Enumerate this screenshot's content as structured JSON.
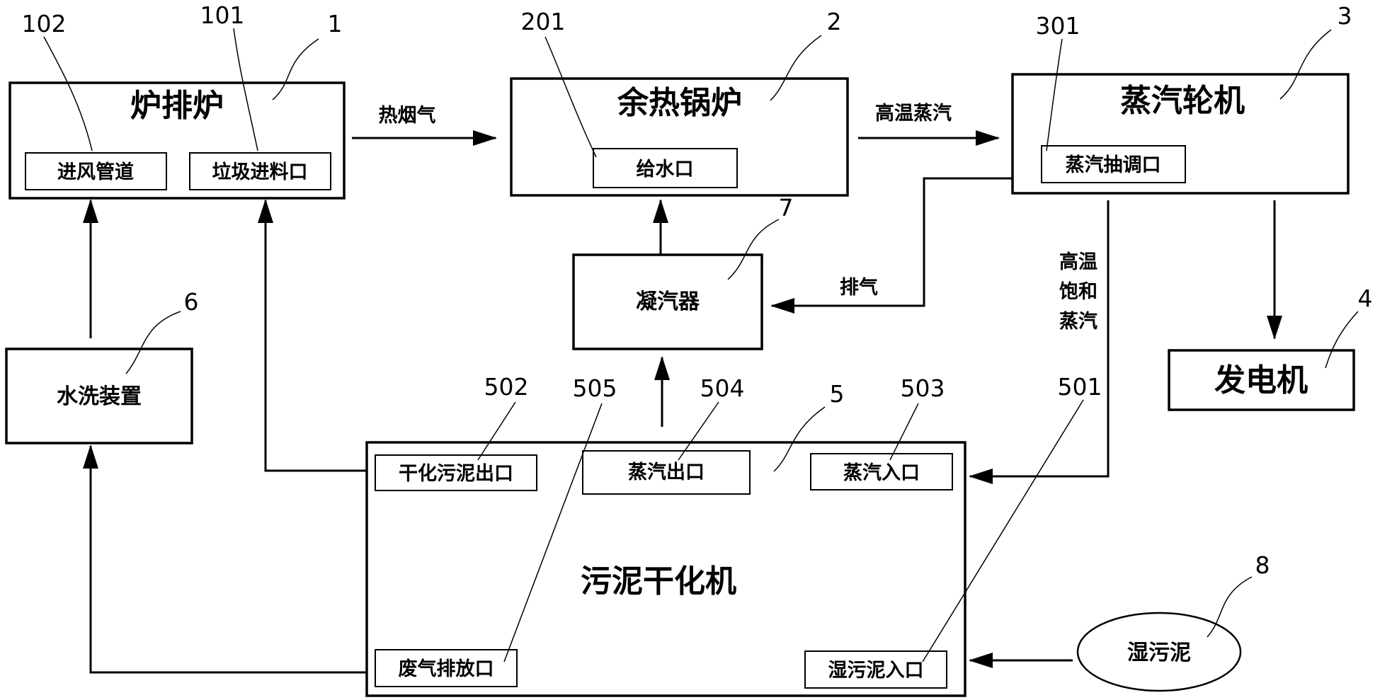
{
  "components": {
    "furnace": {
      "title": "炉排炉",
      "ref": "1",
      "air_inlet": {
        "label": "进风管道",
        "ref": "102"
      },
      "waste_inlet": {
        "label": "垃圾进料口",
        "ref": "101"
      }
    },
    "boiler": {
      "title": "余热锅炉",
      "ref": "2",
      "water_inlet": {
        "label": "给水口",
        "ref": "201"
      }
    },
    "turbine": {
      "title": "蒸汽轮机",
      "ref": "3",
      "extraction_port": {
        "label": "蒸汽抽调口",
        "ref": "301"
      }
    },
    "generator": {
      "title": "发电机",
      "ref": "4"
    },
    "dryer": {
      "title": "污泥干化机",
      "ref": "5",
      "wet_sludge_inlet": {
        "label": "湿污泥入口",
        "ref": "501"
      },
      "dried_sludge_outlet": {
        "label": "干化污泥出口",
        "ref": "502"
      },
      "steam_inlet": {
        "label": "蒸汽入口",
        "ref": "503"
      },
      "steam_outlet": {
        "label": "蒸汽出口",
        "ref": "504"
      },
      "exhaust_outlet": {
        "label": "废气排放口",
        "ref": "505"
      }
    },
    "washer": {
      "title": "水洗装置",
      "ref": "6"
    },
    "condenser": {
      "title": "凝汽器",
      "ref": "7"
    },
    "wet_sludge": {
      "title": "湿污泥",
      "ref": "8"
    }
  },
  "flows": {
    "hot_flue_gas": "热烟气",
    "high_temp_steam": "高温蒸汽",
    "exhaust": "排气",
    "saturated_steam": [
      "高温",
      "饱和",
      "蒸汽"
    ]
  }
}
